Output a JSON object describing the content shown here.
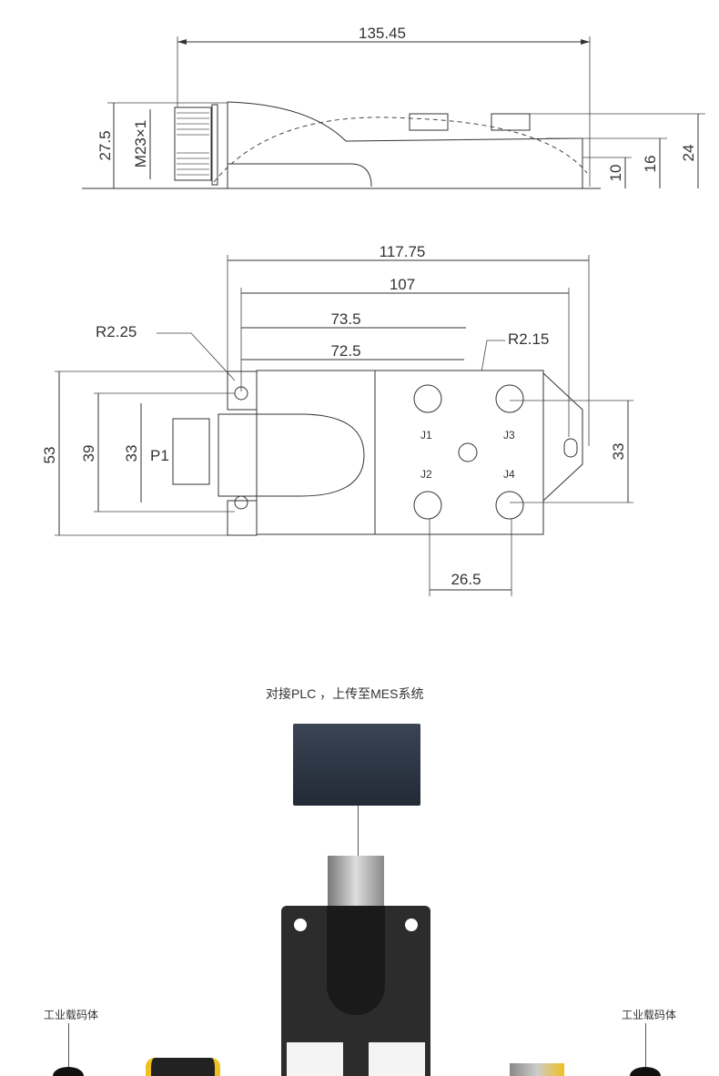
{
  "side_view": {
    "length": "135.45",
    "height_total": "27.5",
    "thread": "M23×1",
    "height_24": "24",
    "height_16": "16",
    "height_10": "10"
  },
  "top_view": {
    "width_overall": "117.75",
    "width_107": "107",
    "width_73_5": "73.5",
    "width_72_5": "72.5",
    "radius_left": "R2.25",
    "radius_right": "R2.15",
    "height_53": "53",
    "height_39": "39",
    "height_33_left": "33",
    "height_33_right": "33",
    "port_pitch": "26.5",
    "port_main": "P1",
    "ports": [
      "J1",
      "J2",
      "J3",
      "J4"
    ]
  },
  "application": {
    "title": "对接PLC ，上传至MES系统",
    "left_label": "工业载码体",
    "right_label": "工业载码体"
  }
}
